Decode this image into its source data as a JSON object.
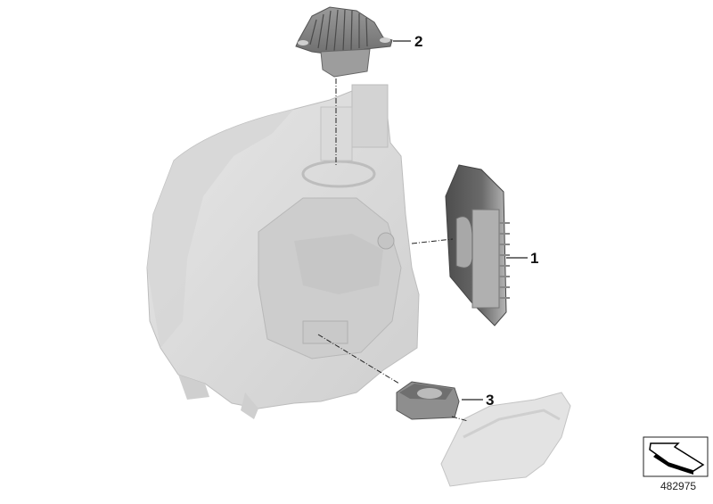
{
  "diagram": {
    "type": "exploded-parts-diagram",
    "subject": "headlight assembly with electronic control modules",
    "diagram_number": "482975",
    "parts": [
      {
        "callout": "1",
        "description": "LED control module (finned, side-mounted)"
      },
      {
        "callout": "2",
        "description": "Finned heat-sink module (top)"
      },
      {
        "callout": "3",
        "description": "Fan / cooling module (bottom)"
      }
    ],
    "annotations": {
      "orientation_icon": "vehicle-direction-arrow-icon"
    },
    "colors": {
      "background": "#ffffff",
      "housing": "#dcdcdc",
      "housing_shadow": "#c4c4c4",
      "module_dark": "#5a5a5a",
      "module_mid": "#8c8c8c",
      "module_light": "#b8b8b8",
      "leader_line": "#222222",
      "label_text": "#111111"
    }
  }
}
